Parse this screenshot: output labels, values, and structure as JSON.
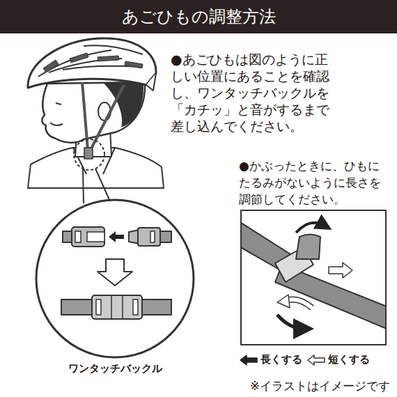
{
  "diagram": {
    "title": "あごひもの調整方法",
    "nodes": [
      {
        "text": [
          "ワンタッチバックル"
        ]
      }
    ],
    "labels": [
      "●あごひもは図のように正しい位置にあることを確認し、ワンタッチバックルを「カチッ」と音がするまで差し込んでください。",
      "●かぶったときに、ひもにたるみがないように長さを調節してください。",
      "※イラストはイメージです"
    ],
    "legend": [
      {
        "text": "長くする"
      },
      {
        "text": "短くする"
      }
    ]
  }
}
